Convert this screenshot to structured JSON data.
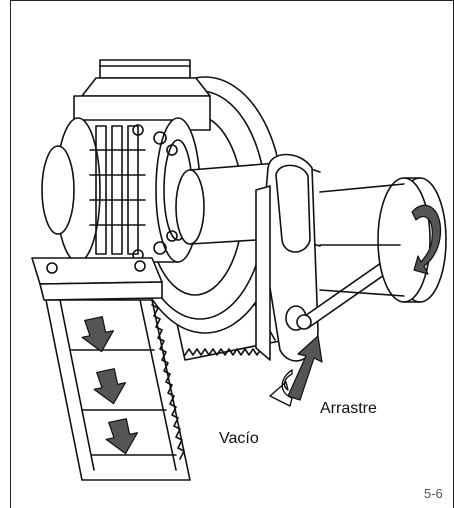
{
  "labels": {
    "drag": "Arrastre",
    "vacuum": "Vacío"
  },
  "page_number": "5-6",
  "colors": {
    "line": "#111111",
    "arrow_fill": "#555555",
    "background": "#ffffff"
  }
}
